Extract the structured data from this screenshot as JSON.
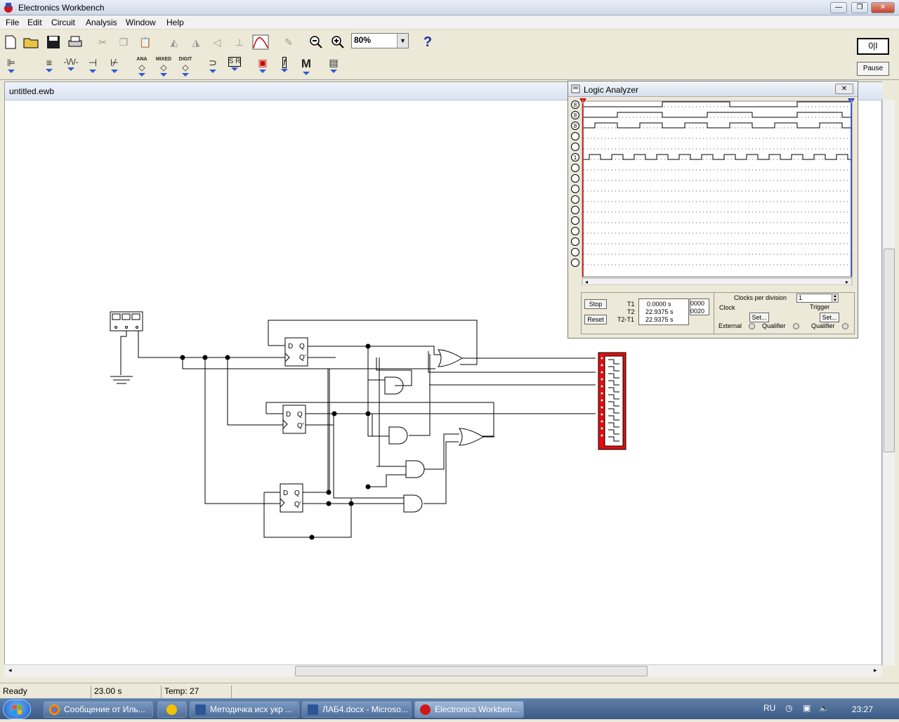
{
  "window": {
    "title": "Electronics Workbench",
    "minimize": "—",
    "maximize": "❐",
    "close": "✕"
  },
  "menu": [
    "File",
    "Edit",
    "Circuit",
    "Analysis",
    "Window",
    "Help"
  ],
  "toolbar": {
    "zoom": "80%",
    "help": "?",
    "power": "0|I",
    "pause": "Pause",
    "parts_labels": {
      "ana": "ANA",
      "mixed": "MIXED",
      "digit": "DIGIT",
      "m": "M"
    }
  },
  "document": {
    "title": "untitled.ewb"
  },
  "logic_analyzer": {
    "title": "Logic Analyzer",
    "close": "✕",
    "stop": "Stop",
    "reset": "Reset",
    "t1_label": "T1",
    "t2_label": "T2",
    "t21_label": "T2-T1",
    "t1": "0.0000  s",
    "t2": "22.9375  s",
    "t21": "22.9375  s",
    "hex1": "0000",
    "hex2": "0020",
    "clocks_per_div_label": "Clocks per division",
    "clocks_per_div": "1",
    "clock_label": "Clock",
    "trigger_label": "Trigger",
    "set": "Set...",
    "external": "External",
    "qualifier": "Qualifier",
    "probe_labels": [
      "8",
      "8",
      "8",
      "",
      "",
      "1",
      "",
      "",
      "",
      "",
      "",
      "",
      "",
      "",
      "",
      ""
    ],
    "cursor1": "1",
    "cursor2": "2"
  },
  "status": {
    "ready": "Ready",
    "time": "23.00 s",
    "temp": "Temp:  27"
  },
  "taskbar": {
    "items": [
      {
        "label": "Сообщение от Иль...",
        "icon": "chrome-icon"
      },
      {
        "label": "",
        "icon": "app-icon"
      },
      {
        "label": "Методичка исх укр ...",
        "icon": "word-icon"
      },
      {
        "label": "ЛАБ4.docx - Microso...",
        "icon": "word-icon"
      },
      {
        "label": "Electronics Workben...",
        "icon": "ewb-icon"
      }
    ],
    "lang": "RU",
    "clock": "23:27"
  },
  "colors": {
    "probe_red": "#e01010",
    "trace": "#000000",
    "cursor_red": "#d00000",
    "cursor_blue": "#2040c0"
  }
}
